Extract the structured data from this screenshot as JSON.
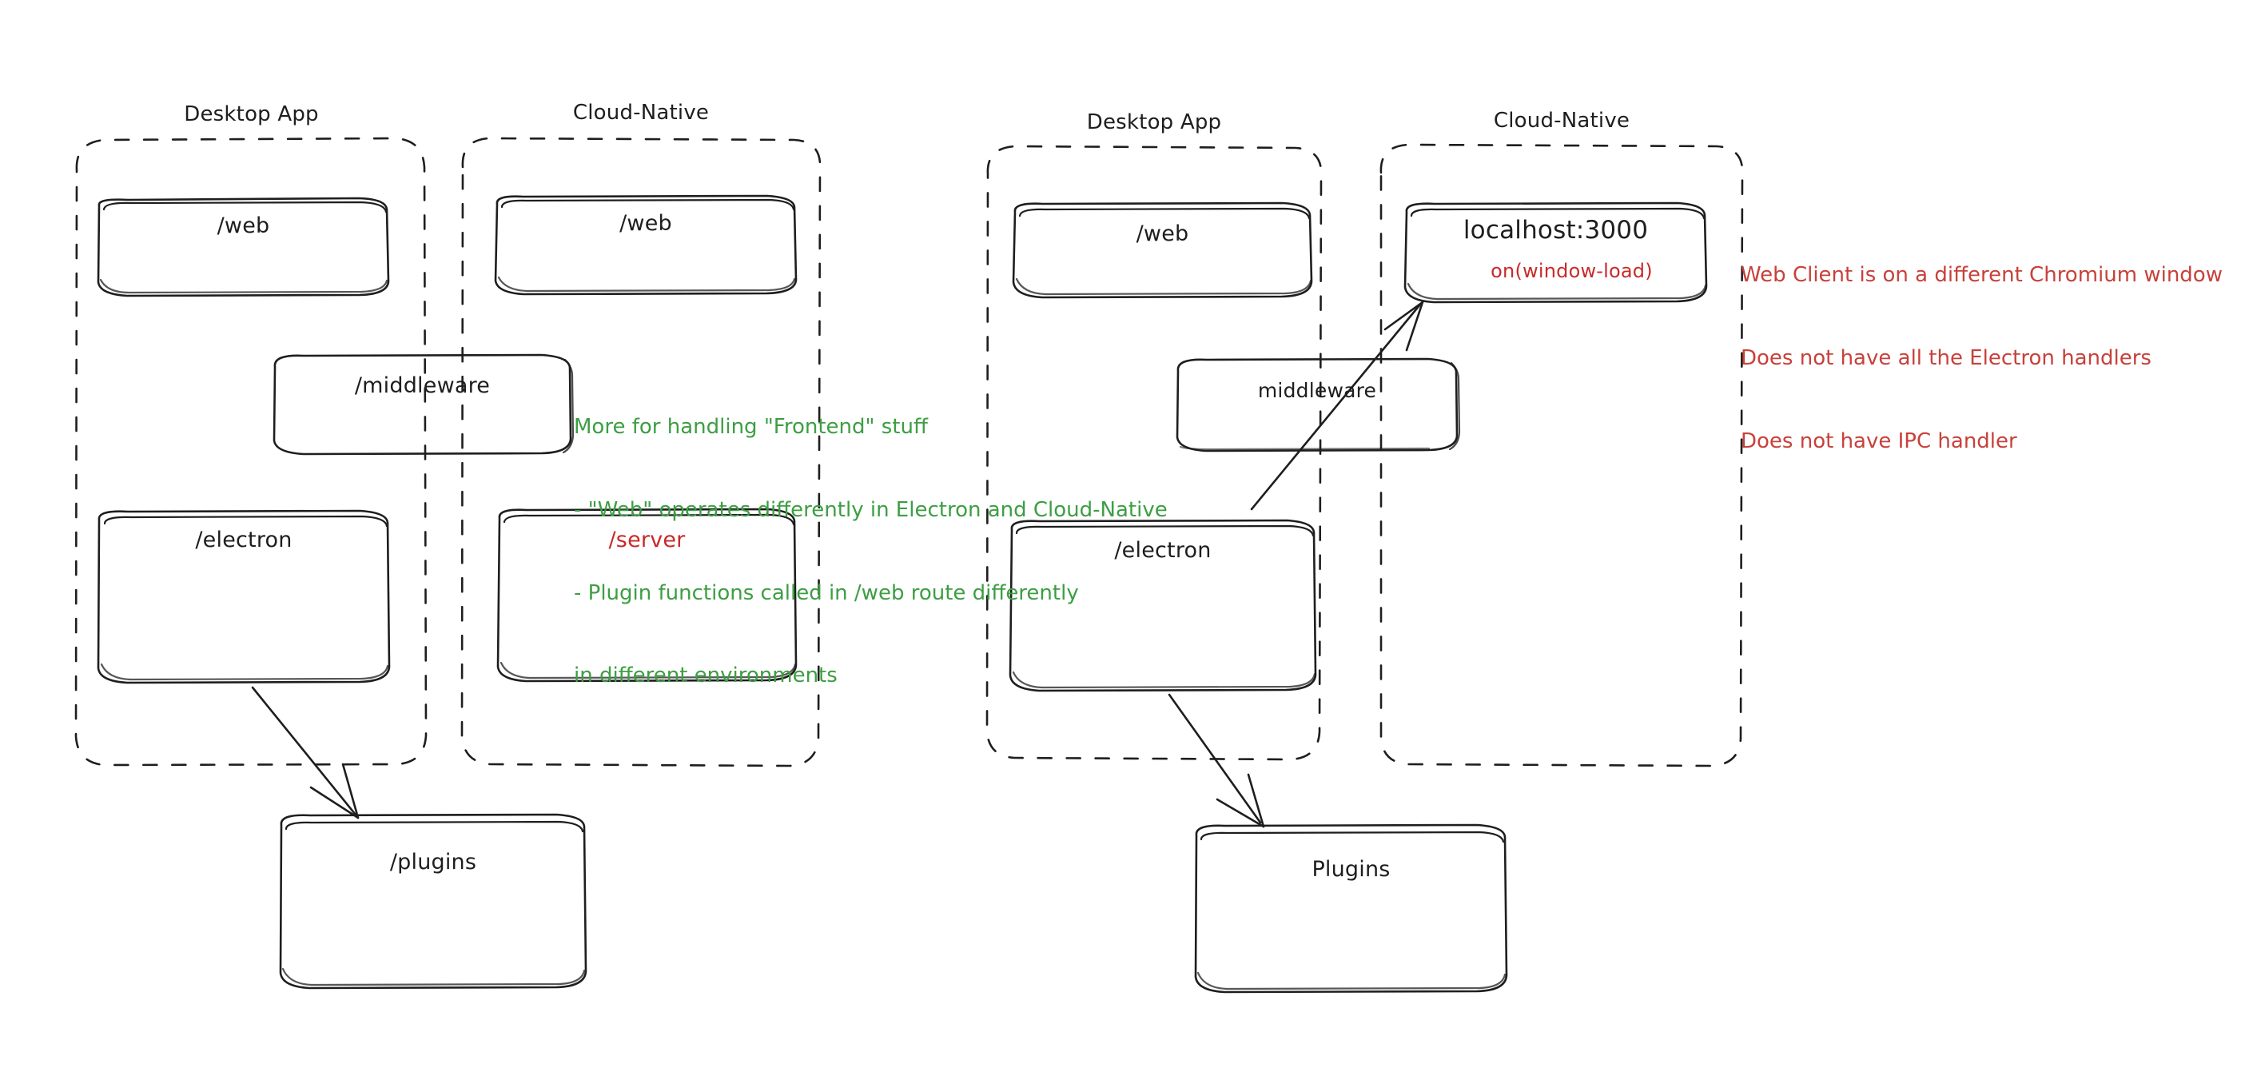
{
  "document": {
    "kind": "excalidraw-hand-drawn-diagram",
    "background": "#ffffff",
    "palette": {
      "ink": "#1e1e1e",
      "red": "#c8413b",
      "green": "#3d9e43"
    }
  },
  "diagrams": [
    {
      "id": "left-diagram",
      "name": "current-architecture",
      "groups": [
        {
          "id": "left-desktop-app",
          "title": "Desktop App",
          "nodes": [
            {
              "id": "left-web",
              "label": "/web",
              "color": "ink"
            },
            {
              "id": "left-electron",
              "label": "/electron",
              "color": "ink"
            }
          ]
        },
        {
          "id": "left-cloud-native",
          "title": "Cloud-Native",
          "nodes": [
            {
              "id": "left-web-cloud",
              "label": "/web",
              "color": "ink"
            },
            {
              "id": "left-server",
              "label": "/server",
              "color": "red"
            }
          ]
        }
      ],
      "spanning_nodes": [
        {
          "id": "left-middleware",
          "label": "/middleware",
          "color": "ink"
        }
      ],
      "outside_nodes": [
        {
          "id": "left-plugins",
          "label": "/plugins",
          "color": "ink"
        }
      ],
      "arrows": [
        {
          "id": "left-electron-to-plugins",
          "from": "left-electron",
          "to": "left-plugins"
        }
      ],
      "annotations": [
        {
          "id": "frontend-note",
          "color": "green",
          "lines": [
            "More for handling \"Frontend\" stuff",
            "- \"Web\" operates differently in Electron and Cloud-Native",
            "- Plugin functions called in /web route differently",
            "in different environments"
          ]
        }
      ]
    },
    {
      "id": "right-diagram",
      "name": "proposed-architecture",
      "groups": [
        {
          "id": "right-desktop-app",
          "title": "Desktop App",
          "nodes": [
            {
              "id": "right-web",
              "label": "/web",
              "color": "ink"
            },
            {
              "id": "right-electron",
              "label": "/electron",
              "color": "ink"
            }
          ]
        },
        {
          "id": "right-cloud-native",
          "title": "Cloud-Native",
          "nodes": [
            {
              "id": "right-localhost",
              "label": "localhost:3000",
              "color": "ink",
              "sublabel": "on(window-load)",
              "sublabel_color": "red"
            }
          ]
        }
      ],
      "spanning_nodes": [
        {
          "id": "right-middleware",
          "label": "middleware",
          "color": "ink"
        }
      ],
      "outside_nodes": [
        {
          "id": "right-plugins",
          "label": "Plugins",
          "color": "ink"
        }
      ],
      "arrows": [
        {
          "id": "right-electron-to-localhost",
          "from": "right-electron",
          "to": "right-localhost"
        },
        {
          "id": "right-electron-to-plugins",
          "from": "right-electron",
          "to": "right-plugins"
        }
      ],
      "annotations": [
        {
          "id": "web-client-note",
          "color": "red",
          "lines": [
            "Web Client is on a different Chromium window",
            "Does not have all the Electron handlers",
            "Does not have IPC handler"
          ]
        }
      ]
    }
  ]
}
